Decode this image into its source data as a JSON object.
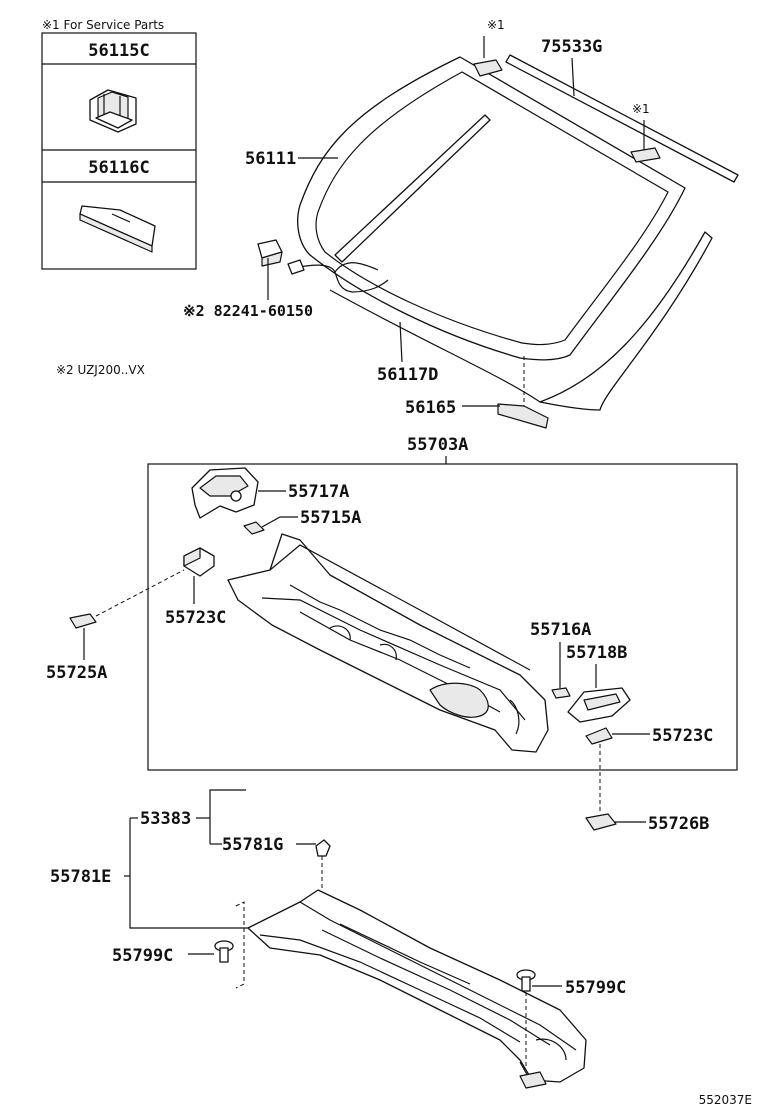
{
  "service_box": {
    "header": "※1  For Service Parts",
    "part_a": "56115C",
    "part_b": "56116C"
  },
  "notes": {
    "mark1_a": "※1",
    "mark1_b": "※1",
    "note2": "※2 UZJ200..VX"
  },
  "labels": {
    "p75533G": "75533G",
    "p56111": "56111",
    "p82241": "※2 82241-60150",
    "p56117D": "56117D",
    "p56165": "56165",
    "p55703A": "55703A",
    "p55717A": "55717A",
    "p55715A": "55715A",
    "p55723C_left": "55723C",
    "p55725A": "55725A",
    "p55716A": "55716A",
    "p55718B": "55718B",
    "p55723C_right": "55723C",
    "p55726B": "55726B",
    "p53383": "53383",
    "p55781G": "55781G",
    "p55781E": "55781E",
    "p55799C_left": "55799C",
    "p55799C_right": "55799C"
  },
  "diagram_code": "552037E"
}
